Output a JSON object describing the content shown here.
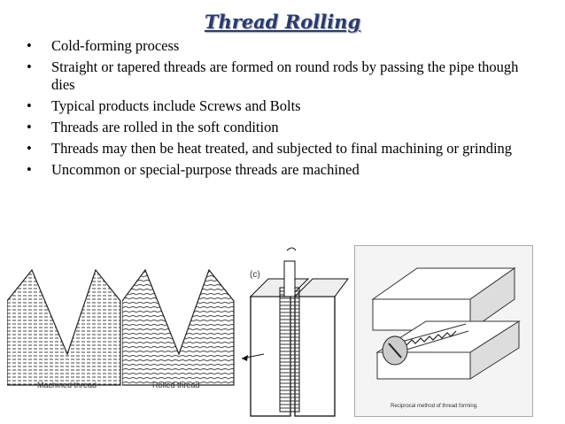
{
  "title": "Thread Rolling",
  "bullets": [
    "Cold-forming process",
    "Straight or tapered threads are formed on round rods by passing the pipe though dies",
    "Typical products include Screws and Bolts",
    "Threads are rolled in the soft condition",
    "Threads may then be heat treated, and subjected to final machining or grinding",
    "Uncommon or special-purpose threads are machined"
  ],
  "figures": {
    "machined_caption": "Machined thread",
    "rolled_caption": "Rolled thread",
    "die_label": "(c)",
    "reciprocal_caption": "Reciprocal method of thread forming."
  }
}
